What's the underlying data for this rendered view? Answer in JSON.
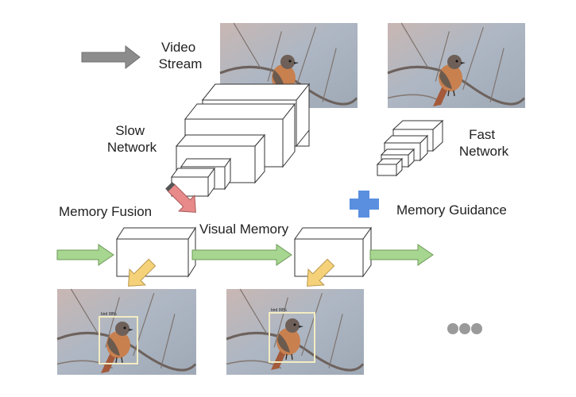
{
  "labels": {
    "video_stream": [
      "Video",
      "Stream"
    ],
    "slow_network": [
      "Slow",
      "Network"
    ],
    "fast_network": [
      "Fast",
      "Network"
    ],
    "memory_fusion": "Memory Fusion",
    "memory_guidance": "Memory Guidance",
    "visual_memory": "Visual Memory"
  },
  "detection_tags": [
    "bird 98%",
    "bird 99%"
  ],
  "colors": {
    "stream_arrow": "#8c8c8c",
    "memory_arrow": "#a6d68f",
    "fusion_arrow": "#e88a8a",
    "update_arrow": "#f5d27a",
    "guidance_plus": "#5a8fe0",
    "detection_box": "#f3ecc2",
    "ellipsis_dots": "#9a9a9a"
  },
  "icons": {
    "stream": "arrow-right-icon",
    "fusion": "arrow-down-left-icon",
    "guidance": "plus-icon",
    "continuation": "ellipsis-icon"
  }
}
